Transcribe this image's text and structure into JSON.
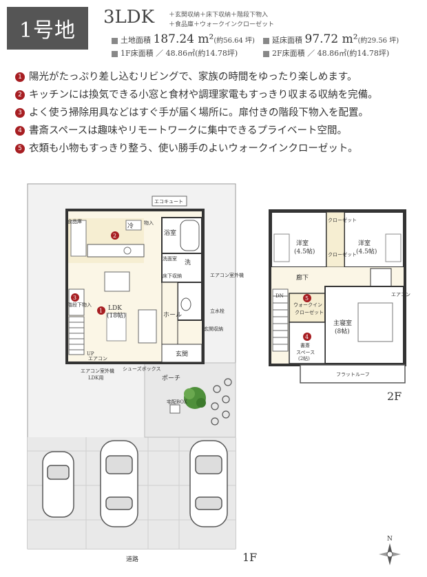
{
  "header": {
    "lot_label": "1号地",
    "plan_type": "3LDK",
    "options_line1": "＋玄関収納＋床下収納＋階段下物入",
    "options_line2": "＋食品庫＋ウォークインクローゼット",
    "land_area_label": "土地面積",
    "land_area_value": "187.24 m²",
    "land_area_tsubo": "(約56.64 坪)",
    "floor_area_label": "延床面積",
    "floor_area_value": "97.72 m²",
    "floor_area_tsubo": "(約29.56 坪)",
    "f1_area": "1F床面積 ／ 48.86㎡(約14.78坪)",
    "f2_area": "2F床面積 ／ 48.86㎡(約14.78坪)"
  },
  "features": [
    {
      "num": "1",
      "text": "陽光がたっぷり差し込むリビングで、家族の時間をゆったり楽しめます。"
    },
    {
      "num": "2",
      "text": "キッチンには換気できる小窓と食材や調理家電もすっきり収まる収納を完備。"
    },
    {
      "num": "3",
      "text": "よく使う掃除用具などはすぐ手が届く場所に。扉付きの階段下物入を配置。"
    },
    {
      "num": "4",
      "text": "書斎スペースは趣味やリモートワークに集中できるプライベート空間。"
    },
    {
      "num": "5",
      "text": "衣類も小物もすっきり整う、使い勝手のよいウォークインクローゼット。"
    }
  ],
  "plan1f": {
    "eco_cute": "エコキュート",
    "pantry": "食品庫",
    "fridge": "冷",
    "storage": "物入",
    "bath": "浴室",
    "wash_room": "洗面室",
    "laundry": "洗",
    "underfloor": "床下収納",
    "ac_outdoor": "エアコン室外機",
    "ac_outdoor2": "エアコン室外機",
    "water_heater_tank": "立水栓",
    "entrance_storage": "玄関収納",
    "stair_storage": "階段下物入",
    "ldk": "LDK",
    "ldk_size": "(18帖)",
    "hall": "ホール",
    "entrance": "玄関",
    "up": "UP",
    "aircon": "エアコン",
    "ac_ldk": "エアコン室外機",
    "ac_ldk2": "LDK用",
    "shoes_box": "シューズボックス",
    "porch": "ポーチ",
    "delivery_box": "宅配BOX",
    "road": "道路",
    "floor_label": "1F",
    "badge2": "2",
    "badge3": "3",
    "badge1": "1"
  },
  "plan2f": {
    "closet1": "クローゼット",
    "closet2": "クローゼット",
    "western1": "洋室",
    "western1_size": "(4.5帖)",
    "western2": "洋室",
    "western2_size": "(4.5帖)",
    "corridor": "廊下",
    "dn": "DN",
    "wic": "ウォークイン",
    "wic2": "クローゼット",
    "aircon": "エアコン",
    "master": "主寝室",
    "master_size": "(8帖)",
    "study": "書斎",
    "study2": "スペース",
    "study_size": "(2帖)",
    "flat_roof": "フラットルーフ",
    "floor_label": "2F",
    "badge5": "5",
    "badge4": "4"
  },
  "compass": {
    "north": "N"
  }
}
